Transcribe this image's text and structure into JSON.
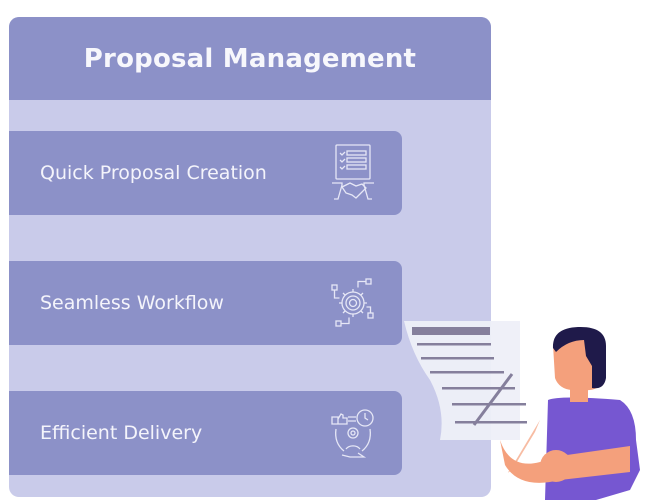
{
  "panel": {
    "title": "Proposal Management",
    "colors": {
      "header": "#8c91c8",
      "body": "#c9cbea",
      "card": "#8c91c8",
      "text": "#f4f4fb"
    }
  },
  "cards": [
    {
      "label": "Quick Proposal Creation",
      "icon": "document-handshake-icon"
    },
    {
      "label": "Seamless Workflow",
      "icon": "gear-network-icon"
    },
    {
      "label": "Efficient Delivery",
      "icon": "delivery-cycle-icon"
    }
  ],
  "illustration": {
    "description": "person-writing-on-document",
    "colors": {
      "shirt": "#7657d1",
      "skin": "#f4a07c",
      "hair": "#1f1a4a",
      "paper": "#eeeff8",
      "lines": "#857f9c"
    }
  }
}
